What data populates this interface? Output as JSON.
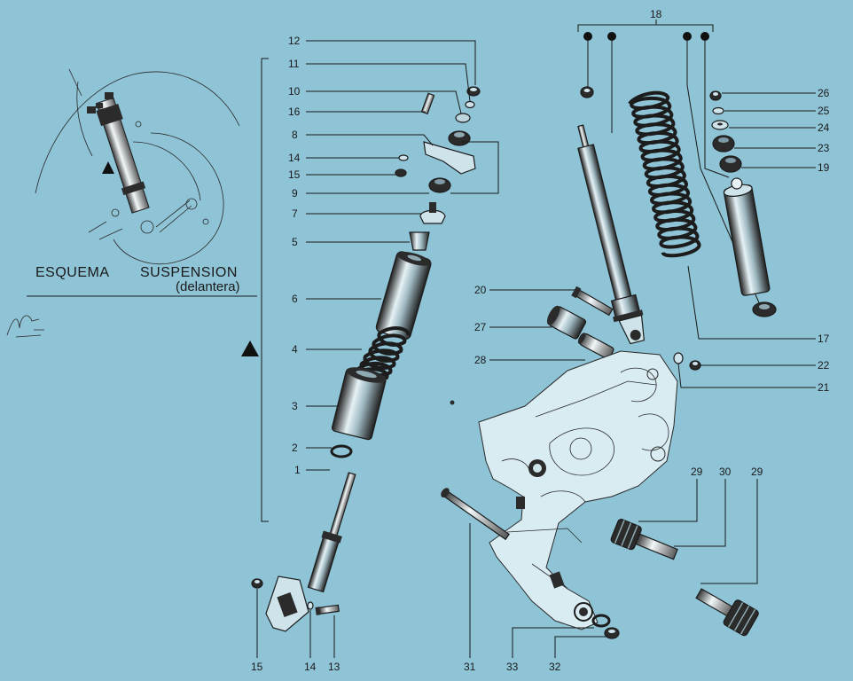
{
  "caption": {
    "line1_word1": "ESQUEMA",
    "line1_word2": "SUSPENSION",
    "line2": "(delantera)"
  },
  "part_numbers": {
    "p1": "1",
    "p2": "2",
    "p3": "3",
    "p4": "4",
    "p5": "5",
    "p6": "6",
    "p7": "7",
    "p8": "8",
    "p9": "9",
    "p10": "10",
    "p11": "11",
    "p12": "12",
    "p13": "13",
    "p14a": "14",
    "p14b": "14",
    "p15a": "15",
    "p15b": "15",
    "p16": "16",
    "p17": "17",
    "p18": "18",
    "p19": "19",
    "p20": "20",
    "p21": "21",
    "p22": "22",
    "p23": "23",
    "p24": "24",
    "p25": "25",
    "p26": "26",
    "p27": "27",
    "p28": "28",
    "p29a": "29",
    "p29b": "29",
    "p30": "30",
    "p31": "31",
    "p32": "32",
    "p33": "33"
  },
  "colors": {
    "background": "#8fc3d6",
    "ink": "#1a1a1a",
    "part_light": "#d9ecf2",
    "part_dark": "#2b2b2b"
  }
}
